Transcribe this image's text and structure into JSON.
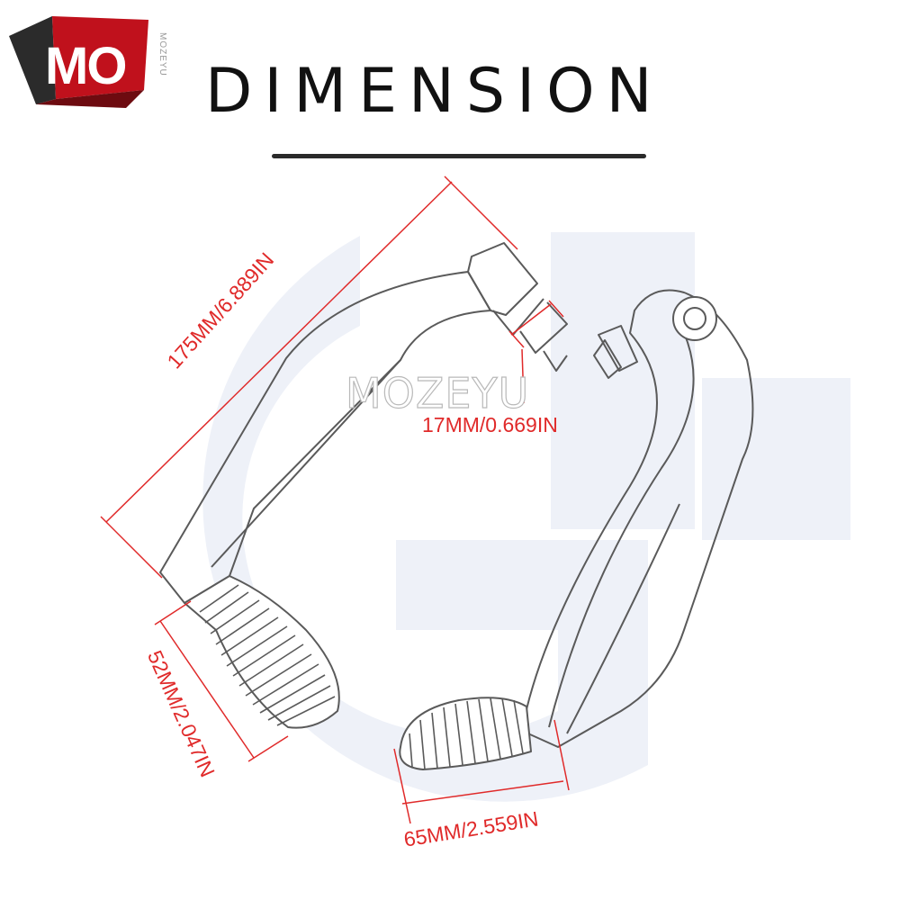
{
  "title": "DIMENSION",
  "logo": {
    "text": "MO",
    "side_text": "MOZEYU"
  },
  "watermark": "MOZEYU",
  "dimensions": {
    "length": "175MM/6.889IN",
    "mount": "17MM/0.669IN",
    "grip_height": "52MM/2.047IN",
    "grip_width": "65MM/2.559IN"
  },
  "colors": {
    "dimension": "#e02a2a",
    "outline": "#5a5a5a",
    "watermark_bg": "#eef1f8",
    "logo_red": "#c0111c",
    "logo_dark": "#2b2b2b"
  }
}
